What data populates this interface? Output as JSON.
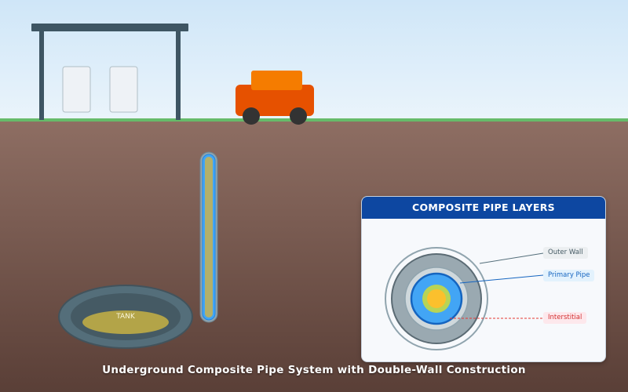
{
  "panel": {
    "title": "COMPOSITE PIPE LAYERS",
    "labels": {
      "outer_wall": "Outer Wall",
      "primary_pipe": "Primary Pipe",
      "interstitial": "Interstitial"
    }
  },
  "tank_label": "TANK",
  "caption": "Underground Composite Pipe System with Double-Wall Construction",
  "colors": {
    "sky_top": "#d7ecfa",
    "sky_bottom": "#e8f3fb",
    "grass": "#66bb6a",
    "soil_top": "#8d6e63",
    "soil_bottom": "#5d4037",
    "canopy": "#3e5563",
    "pump": "#eceff1",
    "car_body": "#e65100",
    "car_roof": "#f57c00",
    "tank_shell": "#546e7a",
    "fuel": "#b3a448",
    "panel_header": "#0d47a1",
    "outer_wall": "#90a4ae",
    "primary_pipe": "#1e88e5",
    "fuel_core": "#fbc02d",
    "interstitial_line": "#e53935"
  }
}
